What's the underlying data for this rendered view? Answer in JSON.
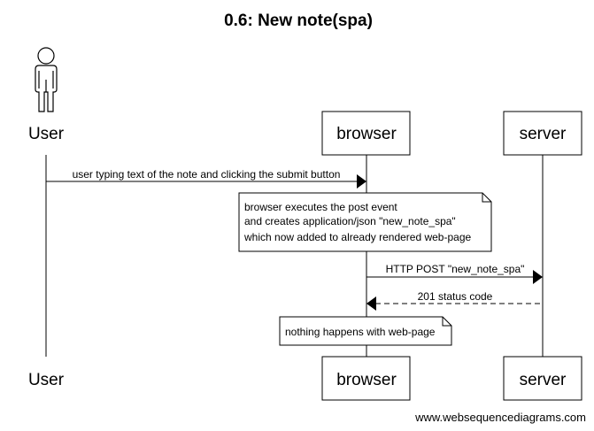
{
  "diagram": {
    "title": "0.6: New note(spa)",
    "participants": {
      "user": "User",
      "browser": "browser",
      "server": "server"
    },
    "messages": {
      "m1": "user typing text of the note and clicking the submit button",
      "m2": "HTTP POST \"new_note_spa\"",
      "m3": "201 status code"
    },
    "notes": {
      "n1": [
        "browser executes the post event",
        "and creates application/json \"new_note_spa\"",
        "which now added to already rendered web-page"
      ],
      "n2": [
        "nothing happens with web-page"
      ]
    },
    "footer": "www.websequencediagrams.com"
  }
}
